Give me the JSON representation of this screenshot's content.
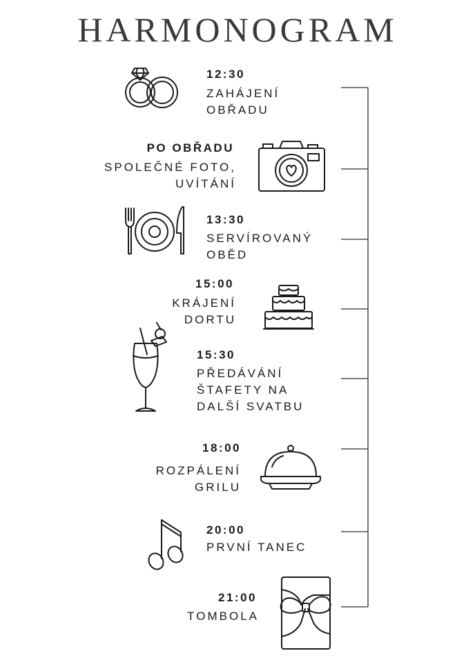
{
  "title": "HARMONOGRAM",
  "events": [
    {
      "time": "12:30",
      "lines": [
        "ZAHÁJENÍ",
        "OBŘADU"
      ],
      "icon": "wedding-rings-icon"
    },
    {
      "time": "PO OBŘADU",
      "lines": [
        "SPOLEČNÉ FOTO,",
        "UVÍTÁNÍ"
      ],
      "icon": "camera-heart-icon"
    },
    {
      "time": "13:30",
      "lines": [
        "SERVÍROVANÝ",
        "OBĚD"
      ],
      "icon": "plate-cutlery-icon"
    },
    {
      "time": "15:00",
      "lines": [
        "KRÁJENÍ",
        "DORTU"
      ],
      "icon": "wedding-cake-icon"
    },
    {
      "time": "15:30",
      "lines": [
        "PŘEDÁVÁNÍ",
        "ŠTAFETY NA",
        "DALŠÍ SVATBU"
      ],
      "icon": "cocktail-glass-icon"
    },
    {
      "time": "18:00",
      "lines": [
        "ROZPÁLENÍ",
        "GRILU"
      ],
      "icon": "cloche-icon"
    },
    {
      "time": "20:00",
      "lines": [
        "PRVNÍ TANEC"
      ],
      "icon": "music-note-icon"
    },
    {
      "time": "21:00",
      "lines": [
        "TOMBOLA"
      ],
      "icon": "gift-box-icon"
    }
  ]
}
